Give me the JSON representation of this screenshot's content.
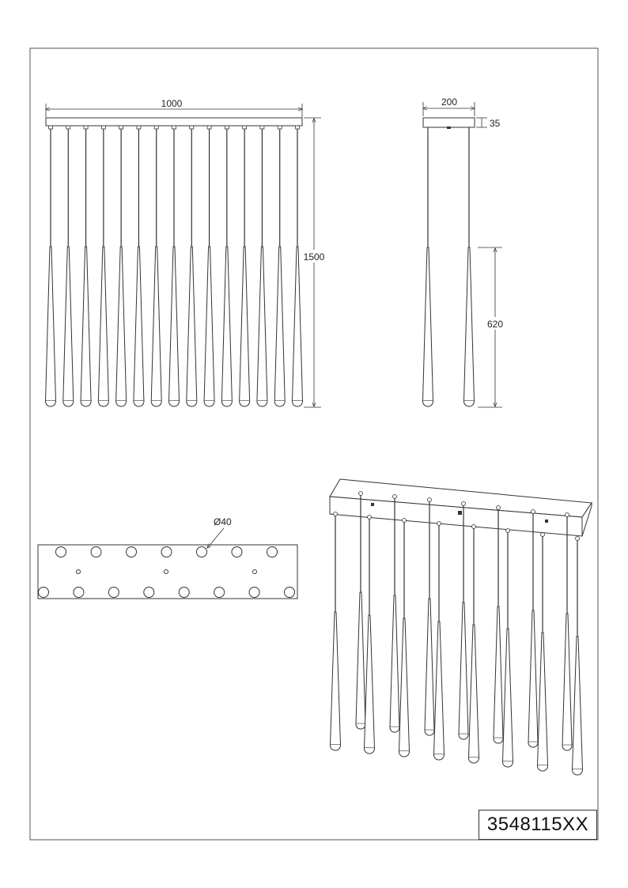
{
  "drawing": {
    "front_view": {
      "width_label": "1000",
      "height_label": "1500",
      "pendant_count": 15
    },
    "side_view": {
      "depth_label": "200",
      "canopy_height_label": "35",
      "shade_length_label": "620"
    },
    "canopy_bottom_view": {
      "hole_diameter_label": "Ø40",
      "holes_top_row": 7,
      "holes_bottom_row": 8,
      "screw_count": 3
    },
    "product_code": "3548115XX"
  },
  "colors": {
    "line": "#333333",
    "text": "#222222",
    "background": "#ffffff"
  }
}
